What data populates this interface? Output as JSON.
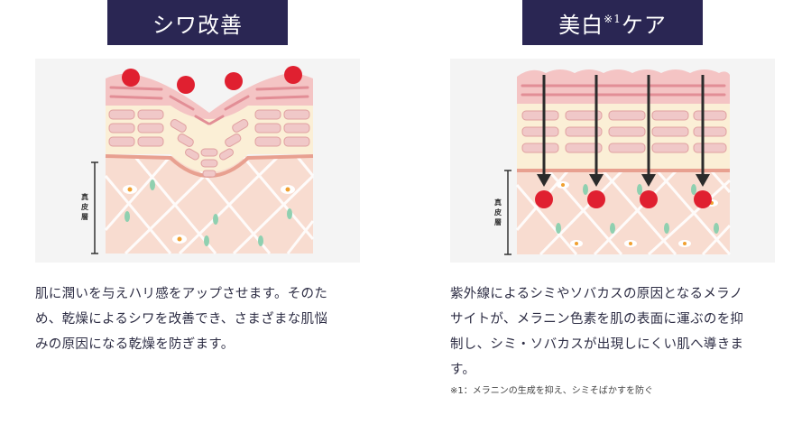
{
  "left": {
    "title": "シワ改善",
    "dermis_label": [
      "真",
      "皮",
      "層"
    ],
    "description": [
      "肌に潤いを与えハリ感をアップさせます。そのた",
      "め、乾燥によるシワを改善でき、さまざまな肌悩",
      "みの原因になる乾燥を防ぎます。"
    ]
  },
  "right": {
    "title": "美白",
    "title_sup": "※1",
    "title_suffix": "ケア",
    "dermis_label": [
      "真",
      "皮",
      "層"
    ],
    "description": [
      "紫外線によるシミやソバカスの原因となるメラノ",
      "サイトが、メラニン色素を肌の表面に運ぶのを抑",
      "制し、シミ・ソバカスが出現しにくい肌へ導きま",
      "す。"
    ],
    "note": "※1：メラニンの生成を抑え、シミそばかすを防ぐ"
  },
  "colors": {
    "title_bg": "#2a2653",
    "panel_bg": "#f4f4f4",
    "dot": "#e02030",
    "arrow": "#2b2b2b",
    "skin_top": "#f0b8b8",
    "cell_cream": "#fbefd6",
    "dermis": "#f8dcd0"
  }
}
